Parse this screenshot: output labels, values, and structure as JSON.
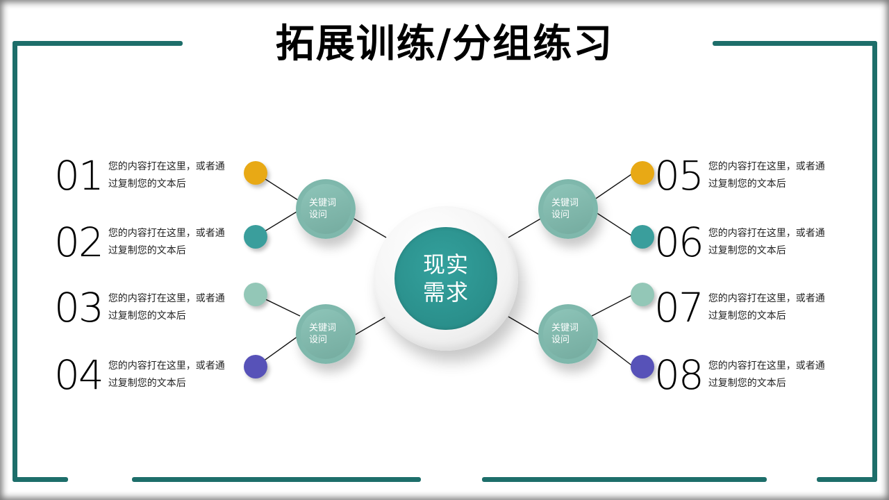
{
  "title": "拓展训练/分组练习",
  "colors": {
    "frame": "#1d6e6a",
    "center": "#2a8f8b",
    "hub": "#86bfb3",
    "orange": "#e8a915",
    "teal": "#3a9e9c",
    "mint": "#93c7b7",
    "purple": "#5752b8"
  },
  "center": {
    "label": "现实需求"
  },
  "hubs": [
    {
      "label": "关键词设问"
    },
    {
      "label": "关键词设问"
    },
    {
      "label": "关键词设问"
    },
    {
      "label": "关键词设问"
    }
  ],
  "items": [
    {
      "number": "01",
      "text": "您的内容打在这里，或者通过复制您的文本后",
      "dot_color": "orange"
    },
    {
      "number": "02",
      "text": "您的内容打在这里，或者通过复制您的文本后",
      "dot_color": "teal"
    },
    {
      "number": "03",
      "text": "您的内容打在这里，或者通过复制您的文本后",
      "dot_color": "mint"
    },
    {
      "number": "04",
      "text": "您的内容打在这里，或者通过复制您的文本后",
      "dot_color": "purple"
    },
    {
      "number": "05",
      "text": "您的内容打在这里，或者通过复制您的文本后",
      "dot_color": "orange"
    },
    {
      "number": "06",
      "text": "您的内容打在这里，或者通过复制您的文本后",
      "dot_color": "teal"
    },
    {
      "number": "07",
      "text": "您的内容打在这里，或者通过复制您的文本后",
      "dot_color": "mint"
    },
    {
      "number": "08",
      "text": "您的内容打在这里，或者通过复制您的文本后",
      "dot_color": "purple"
    }
  ]
}
